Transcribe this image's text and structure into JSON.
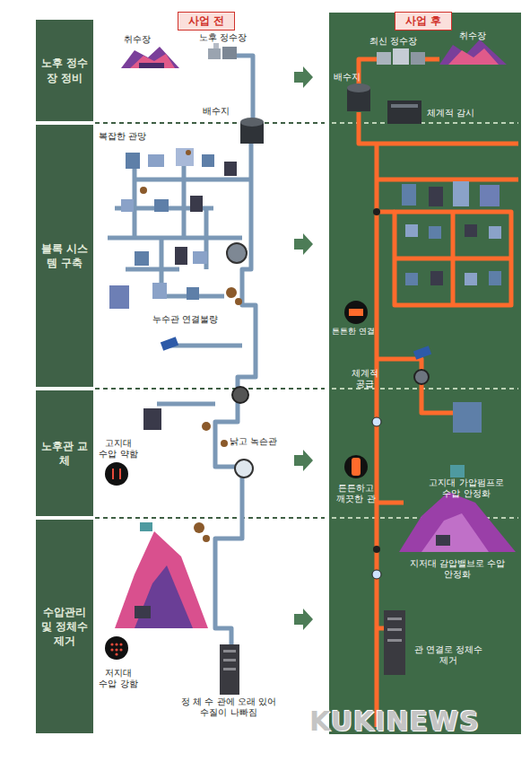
{
  "diagram": {
    "nodes": [
      {
        "text": [
          "노후 정수장 정비"
        ]
      },
      {
        "text": [
          "블록 시스템 구축"
        ]
      },
      {
        "text": [
          "노후관 교체"
        ]
      },
      {
        "text": [
          "수압관리 및 정체수 제거"
        ]
      },
      {
        "text": [
          "사업 전"
        ]
      },
      {
        "text": [
          "사업 후"
        ]
      }
    ],
    "labels": [
      "취수장",
      "노후 정수장",
      "배수지",
      "복잡한 관망",
      "누수관 연결불량",
      "고지대 수압 약함",
      "낡고 녹슨관",
      "저지대 수압 강함",
      "정 체 수 관에 오래 있어 수질이 나빠짐",
      "취수장",
      "최신 정수장",
      "배수지",
      "체계적 감시",
      "튼튼한 연결",
      "체계적 공급",
      "튼튼하고 깨끗한 관",
      "고지대 가압펌프로 수압 안정화",
      "지저대 감압밸브로 수압 안정화",
      "관 연결로 정체수 제거",
      "KUKINEWS"
    ]
  }
}
